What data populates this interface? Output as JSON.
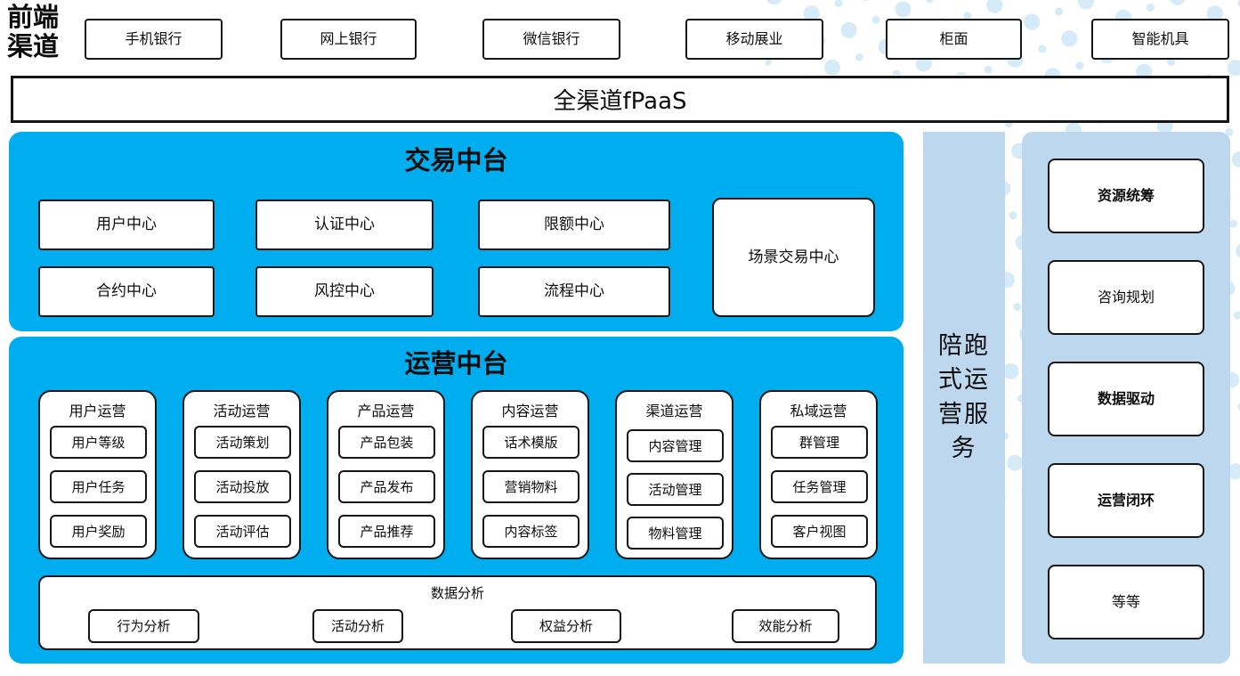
{
  "colors": {
    "panel_blue": "#00AEEF",
    "light_blue": "#BDD7EE",
    "dot_blue": "#D6EBF8",
    "box_border": "#161616"
  },
  "front_channels": {
    "label": "前端渠道",
    "label_lines": {
      "line1": "前端",
      "line2": "渠道"
    },
    "items": [
      "手机银行",
      "网上银行",
      "微信银行",
      "移动展业",
      "柜面",
      "智能机具"
    ]
  },
  "fpaas": {
    "label": "全渠道fPaaS"
  },
  "trading": {
    "title": "交易中台",
    "row1": [
      "用户中心",
      "认证中心",
      "限额中心"
    ],
    "row2": [
      "合约中心",
      "风控中心",
      "流程中心"
    ],
    "scene": "场景交易中心"
  },
  "operations": {
    "title": "运营中台",
    "columns": [
      {
        "title": "用户运营",
        "items": [
          "用户等级",
          "用户任务",
          "用户奖励"
        ]
      },
      {
        "title": "活动运营",
        "items": [
          "活动策划",
          "活动投放",
          "活动评估"
        ]
      },
      {
        "title": "产品运营",
        "items": [
          "产品包装",
          "产品发布",
          "产品推荐"
        ]
      },
      {
        "title": "内容运营",
        "items": [
          "话术模版",
          "营销物料",
          "内容标签"
        ]
      },
      {
        "title": "渠道运营",
        "items": [
          "内容管理",
          "活动管理",
          "物料管理"
        ]
      },
      {
        "title": "私域运营",
        "items": [
          "群管理",
          "任务管理",
          "客户视图"
        ]
      }
    ],
    "analysis": {
      "title": "数据分析",
      "items": [
        "行为分析",
        "活动分析",
        "权益分析",
        "效能分析"
      ]
    }
  },
  "companion": {
    "label": "陪跑式运营服务",
    "lines": {
      "l1": "陪跑",
      "l2": "式运",
      "l3": "营服",
      "l4": "务"
    }
  },
  "advisory": {
    "items": [
      {
        "label": "资源统筹",
        "bold": true
      },
      {
        "label": "咨询规划",
        "bold": false
      },
      {
        "label": "数据驱动",
        "bold": true
      },
      {
        "label": "运营闭环",
        "bold": true
      },
      {
        "label": "等等",
        "bold": false
      }
    ]
  }
}
